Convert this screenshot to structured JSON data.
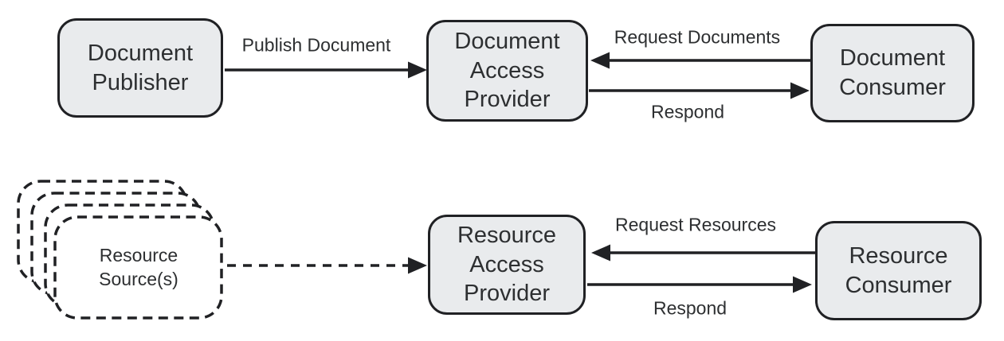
{
  "colors": {
    "background": "#ffffff",
    "box_fill": "#e9ebed",
    "stroke": "#202124",
    "text": "#2d2f31"
  },
  "top_flow": {
    "publisher": "Document\nPublisher",
    "publish_label": "Publish Document",
    "provider": "Document\nAccess\nProvider",
    "request_label": "Request Documents",
    "respond_label": "Respond",
    "consumer": "Document\nConsumer"
  },
  "bottom_flow": {
    "source": "Resource\nSource(s)",
    "provider": "Resource\nAccess\nProvider",
    "request_label": "Request Resources",
    "respond_label": "Respond",
    "consumer": "Resource\nConsumer"
  }
}
